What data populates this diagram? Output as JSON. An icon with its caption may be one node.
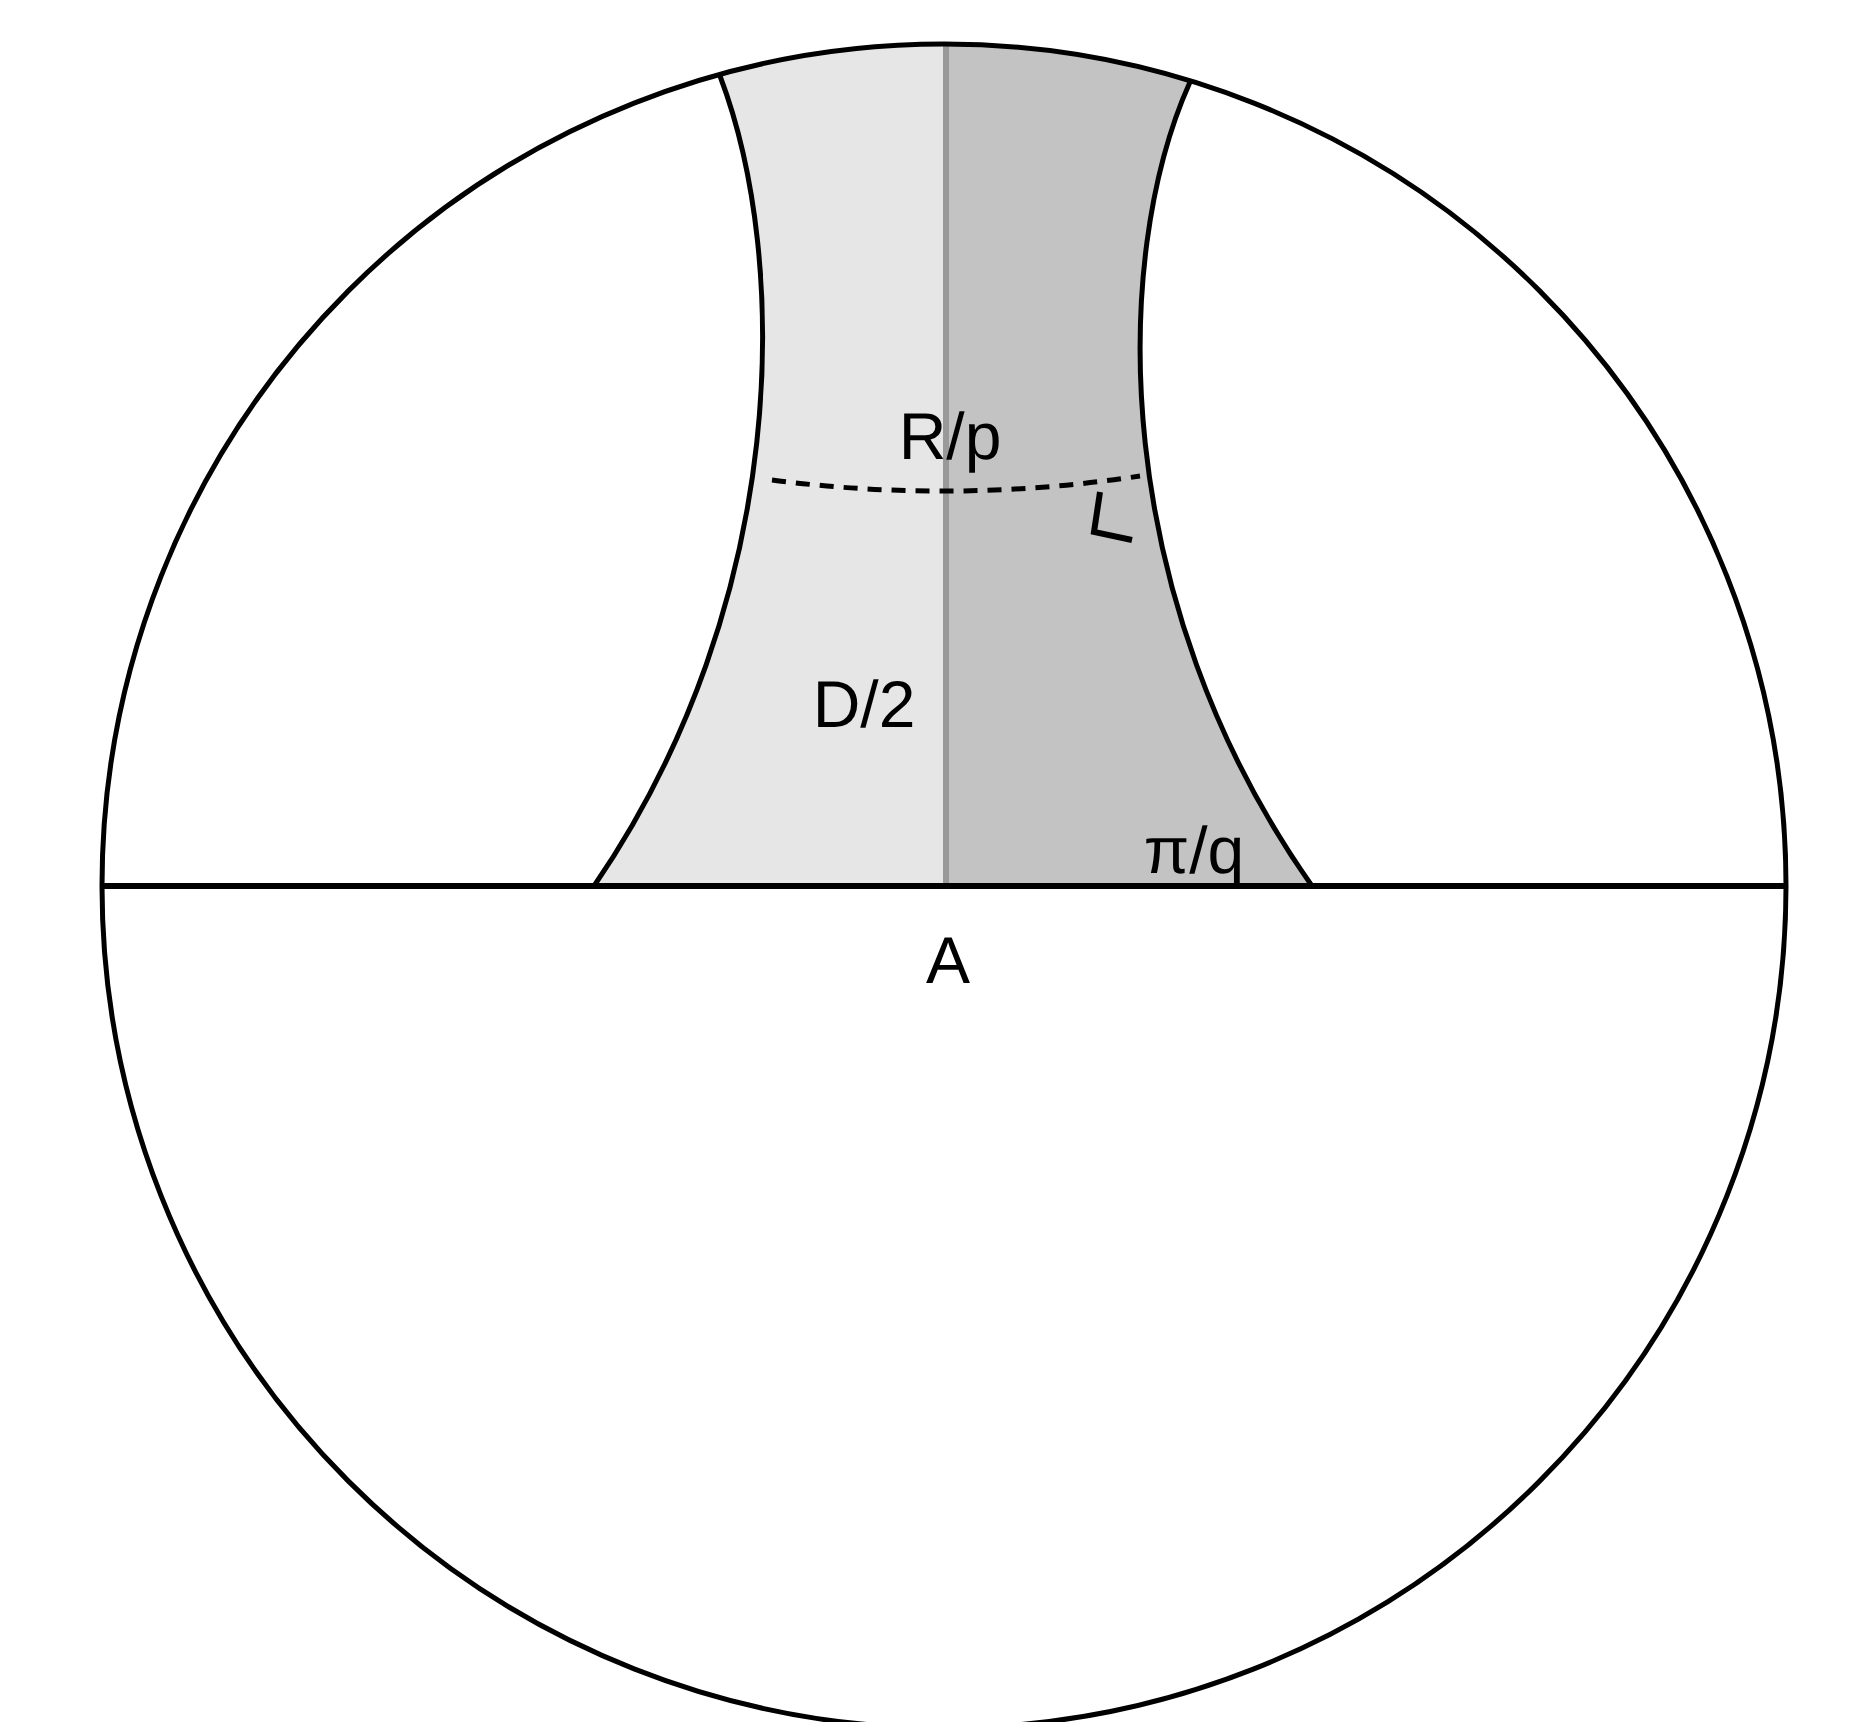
{
  "diagram": {
    "labels": [
      "R/p",
      "D/2",
      "π/q",
      "A"
    ]
  }
}
